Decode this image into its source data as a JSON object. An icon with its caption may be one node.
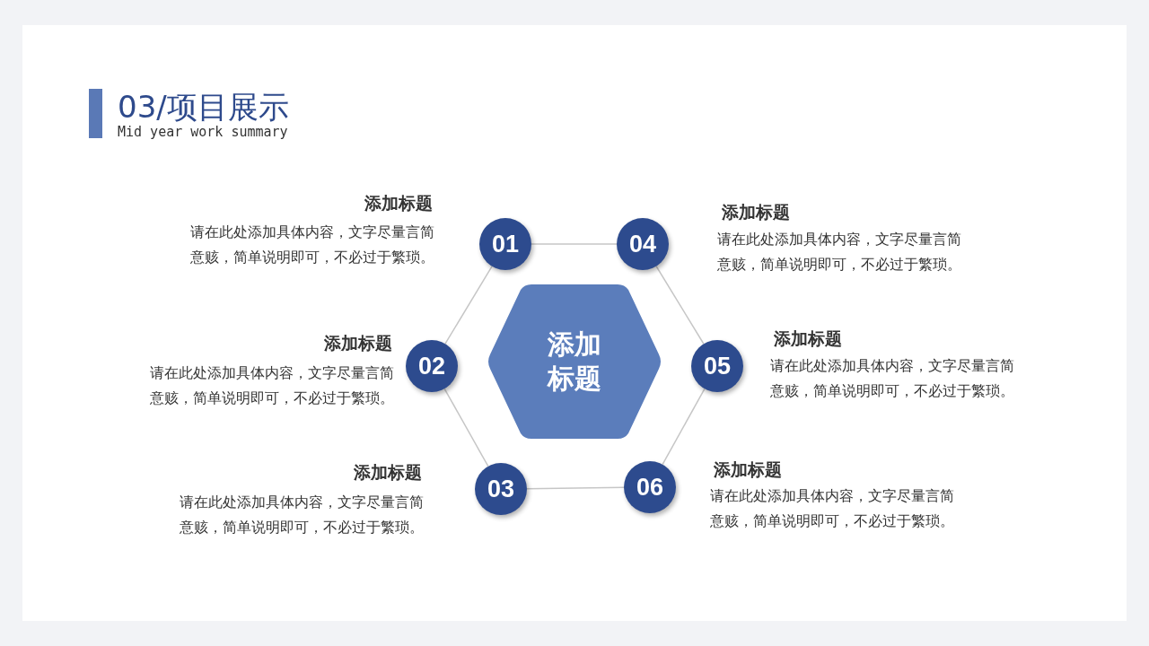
{
  "diagram": {
    "title": "03/项目展示",
    "nodes": [
      {
        "text": [
          "添加标题"
        ]
      },
      {
        "text": [
          "01"
        ],
        "beside": [
          "添加标题",
          "请在此处添加具体内容，文字尽量言简意赅，简单说明即可，不必过于繁琐。"
        ]
      },
      {
        "text": [
          "02"
        ],
        "beside": [
          "添加标题",
          "请在此处添加具体内容，文字尽量言简意赅，简单说明即可，不必过于繁琐。"
        ]
      },
      {
        "text": [
          "03"
        ],
        "beside": [
          "添加标题",
          "请在此处添加具体内容，文字尽量言简意赅，简单说明即可，不必过于繁琐。"
        ]
      },
      {
        "text": [
          "04"
        ],
        "beside": [
          "添加标题",
          "请在此处添加具体内容，文字尽量言简意赅，简单说明即可，不必过于繁琐。"
        ]
      },
      {
        "text": [
          "05"
        ],
        "beside": [
          "添加标题",
          "请在此处添加具体内容，文字尽量言简意赅，简单说明即可，不必过于繁琐。"
        ]
      },
      {
        "text": [
          "06"
        ],
        "beside": [
          "添加标题",
          "请在此处添加具体内容，文字尽量言简意赅，简单说明即可，不必过于繁琐。"
        ]
      }
    ],
    "edges": [
      {
        "from": 1,
        "to": 4,
        "arrow": "none"
      },
      {
        "from": 4,
        "to": 5,
        "arrow": "none"
      },
      {
        "from": 5,
        "to": 6,
        "arrow": "none"
      },
      {
        "from": 6,
        "to": 3,
        "arrow": "none"
      },
      {
        "from": 3,
        "to": 2,
        "arrow": "none"
      },
      {
        "from": 2,
        "to": 1,
        "arrow": "none"
      }
    ],
    "labels": [
      "Mid year work summary"
    ]
  }
}
